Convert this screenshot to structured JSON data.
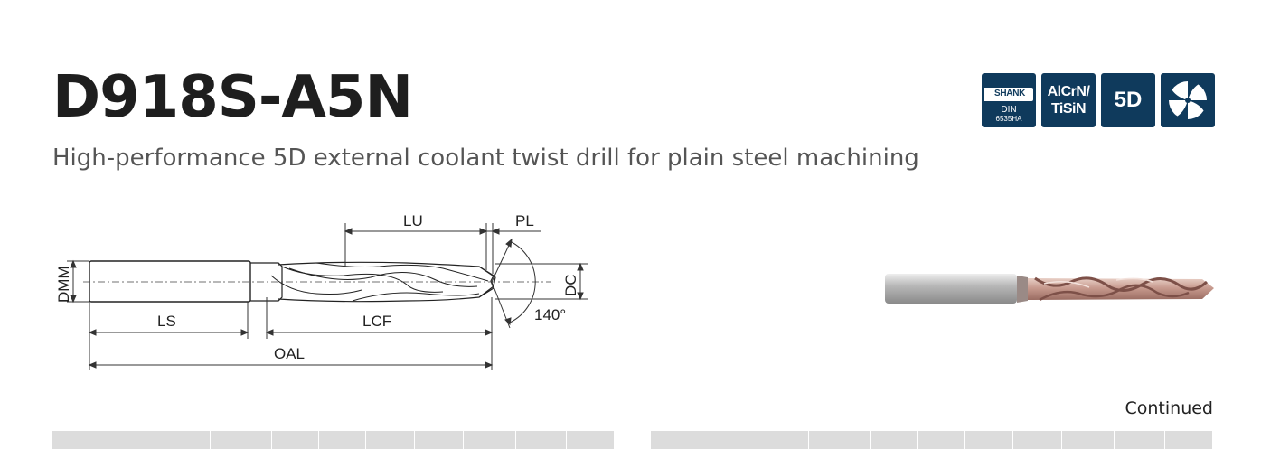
{
  "header": {
    "title": "D918S-A5N",
    "subtitle": "High-performance 5D external coolant twist drill for plain steel machining"
  },
  "badges": {
    "shank": {
      "label": "SHANK",
      "din": "DIN",
      "din_sub": "6535HA"
    },
    "coating": {
      "line1": "AlCrN/",
      "line2": "TiSiN"
    },
    "depth": "5D",
    "coolant_icon": "external-coolant-icon"
  },
  "diagram": {
    "labels": {
      "lu": "LU",
      "pl": "PL",
      "dmm": "DMM",
      "dc": "DC",
      "ls": "LS",
      "lcf": "LCF",
      "oal": "OAL",
      "angle": "140°"
    }
  },
  "continued": "Continued",
  "colors": {
    "badge_bg": "#0f3a5c",
    "table_header": "#dcdcdc",
    "drill_coating": "#c79a8e"
  }
}
